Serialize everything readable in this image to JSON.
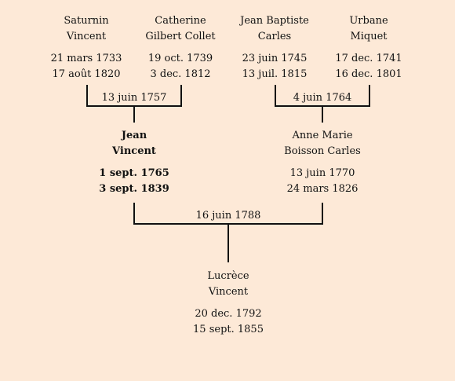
{
  "persons": {
    "saturnin": {
      "name_1": "Saturnin",
      "name_2": "Vincent",
      "birth": "21 mars 1733",
      "death": "17 août 1820"
    },
    "catherine": {
      "name_1": "Catherine",
      "name_2": "Gilbert Collet",
      "birth": "19 oct. 1739",
      "death": "3 dec. 1812"
    },
    "jean_baptiste": {
      "name_1": "Jean Baptiste",
      "name_2": "Carles",
      "birth": "23 juin 1745",
      "death": "13 juil. 1815"
    },
    "urbane": {
      "name_1": "Urbane",
      "name_2": "Miquet",
      "birth": "17 dec. 1741",
      "death": "16 dec. 1801"
    },
    "jean": {
      "name_1": "Jean",
      "name_2": "Vincent",
      "birth": "1 sept. 1765",
      "death": "3 sept. 1839"
    },
    "anne_marie": {
      "name_1": "Anne Marie",
      "name_2": "Boisson Carles",
      "birth": "13 juin 1770",
      "death": "24 mars 1826"
    },
    "lucrece": {
      "name_1": "Lucrèce",
      "name_2": "Vincent",
      "birth": "20 dec. 1792",
      "death": "15 sept. 1855"
    }
  },
  "marriages": {
    "saturnin_catherine": "13 juin 1757",
    "jeanbaptiste_urbane": "4 juin 1764",
    "jean_annemarie": "16 juin 1788"
  }
}
